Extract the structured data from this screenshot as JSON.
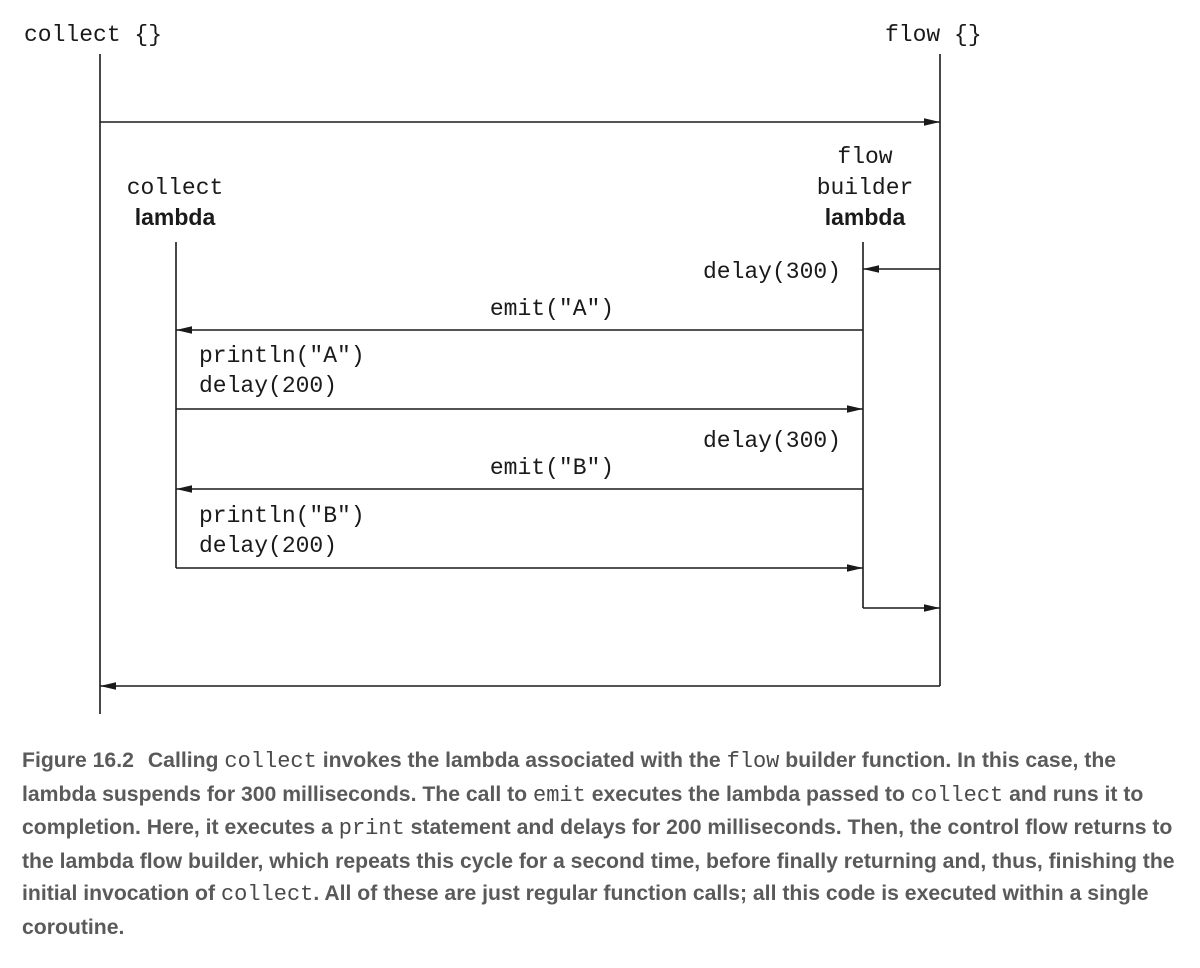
{
  "diagram": {
    "labels": {
      "collect_header": "collect {}",
      "flow_header": "flow {}",
      "collect_lambda_line1": "collect",
      "collect_lambda_line2": "lambda",
      "flow_lambda_line1": "flow",
      "flow_lambda_line2": "builder",
      "flow_lambda_line3": "lambda",
      "delay_300_a": "delay(300)",
      "emit_a": "emit(\"A\")",
      "println_a": "println(\"A\")",
      "delay_200_a": "delay(200)",
      "delay_300_b": "delay(300)",
      "emit_b": "emit(\"B\")",
      "println_b": "println(\"B\")",
      "delay_200_b": "delay(200)"
    }
  },
  "caption": {
    "figure_label": "Figure 16.2",
    "seg1": "Calling ",
    "code1": "collect",
    "seg2": " invokes the lambda associated with the ",
    "code2": "flow",
    "seg3": " builder function. In this case, the lambda suspends for 300 milliseconds. The call to ",
    "code3": "emit",
    "seg4": " executes the lambda passed to ",
    "code4": "collect",
    "seg5": " and runs it to completion. Here, it executes a ",
    "code5": "print",
    "seg6": " statement and delays for 200 milliseconds. Then, the control flow returns to the lambda flow builder, which repeats this cycle for a second time, before finally returning and, thus, finishing the initial invocation of ",
    "code6": "collect",
    "seg7": ". All of these are just regular function calls; all this code is executed within a single coroutine."
  }
}
